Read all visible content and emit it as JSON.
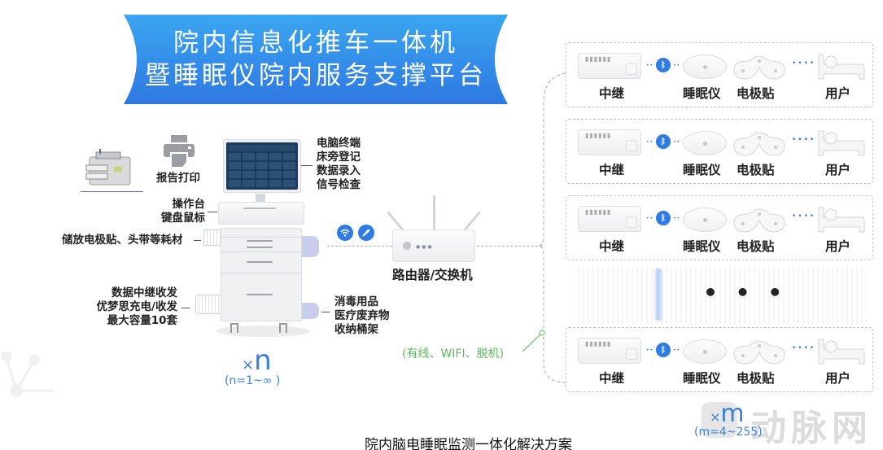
{
  "banner": {
    "line1": "院内信息化推车一体机",
    "line2": "暨睡眠仪院内服务支撑平台",
    "color_top": "#3aa3ee",
    "color_bottom": "#2f7be4"
  },
  "cart": {
    "printer_label": "报告打印",
    "terminal_labels": [
      "电脑终端",
      "床旁登记",
      "数据录入",
      "信号检查"
    ],
    "desk_labels": [
      "操作台",
      "键盘鼠标"
    ],
    "storage_label": "储放电极贴、头带等耗材",
    "relay_labels": [
      "数据中继收发",
      "优梦思充电/收发",
      "最大容量10套"
    ],
    "waste_labels": [
      "消毒用品",
      "医疗废弃物",
      "收纳桶架"
    ],
    "multiplier": "×n",
    "multiplier_range": "(n=1~∞ )"
  },
  "network": {
    "router_label": "路由器/交换机",
    "icons": [
      "wifi-icon",
      "plug-icon"
    ],
    "connection_types": "(有线、WIFI、脱机)"
  },
  "device_rows": {
    "rows": [
      {
        "relay": "中继",
        "sleep_device": "睡眠仪",
        "electrode": "电极贴",
        "user": "用户"
      },
      {
        "relay": "中继",
        "sleep_device": "睡眠仪",
        "electrode": "电极贴",
        "user": "用户"
      },
      {
        "relay": "中继",
        "sleep_device": "睡眠仪",
        "electrode": "电极贴",
        "user": "用户"
      },
      {
        "relay": "中继",
        "sleep_device": "睡眠仪",
        "electrode": "电极贴",
        "user": "用户"
      }
    ],
    "ellipsis": "• • •",
    "multiplier": "×m",
    "multiplier_range": "(m=4~255)",
    "bluetooth_color": "#2f7be4"
  },
  "caption": "院内脑电睡眠监测一体化解决方案",
  "watermark": "动脉网",
  "colors": {
    "accent_blue": "#2f7be4",
    "multiplier_blue": "#3a7fd8",
    "connection_green": "#5dba5d"
  }
}
